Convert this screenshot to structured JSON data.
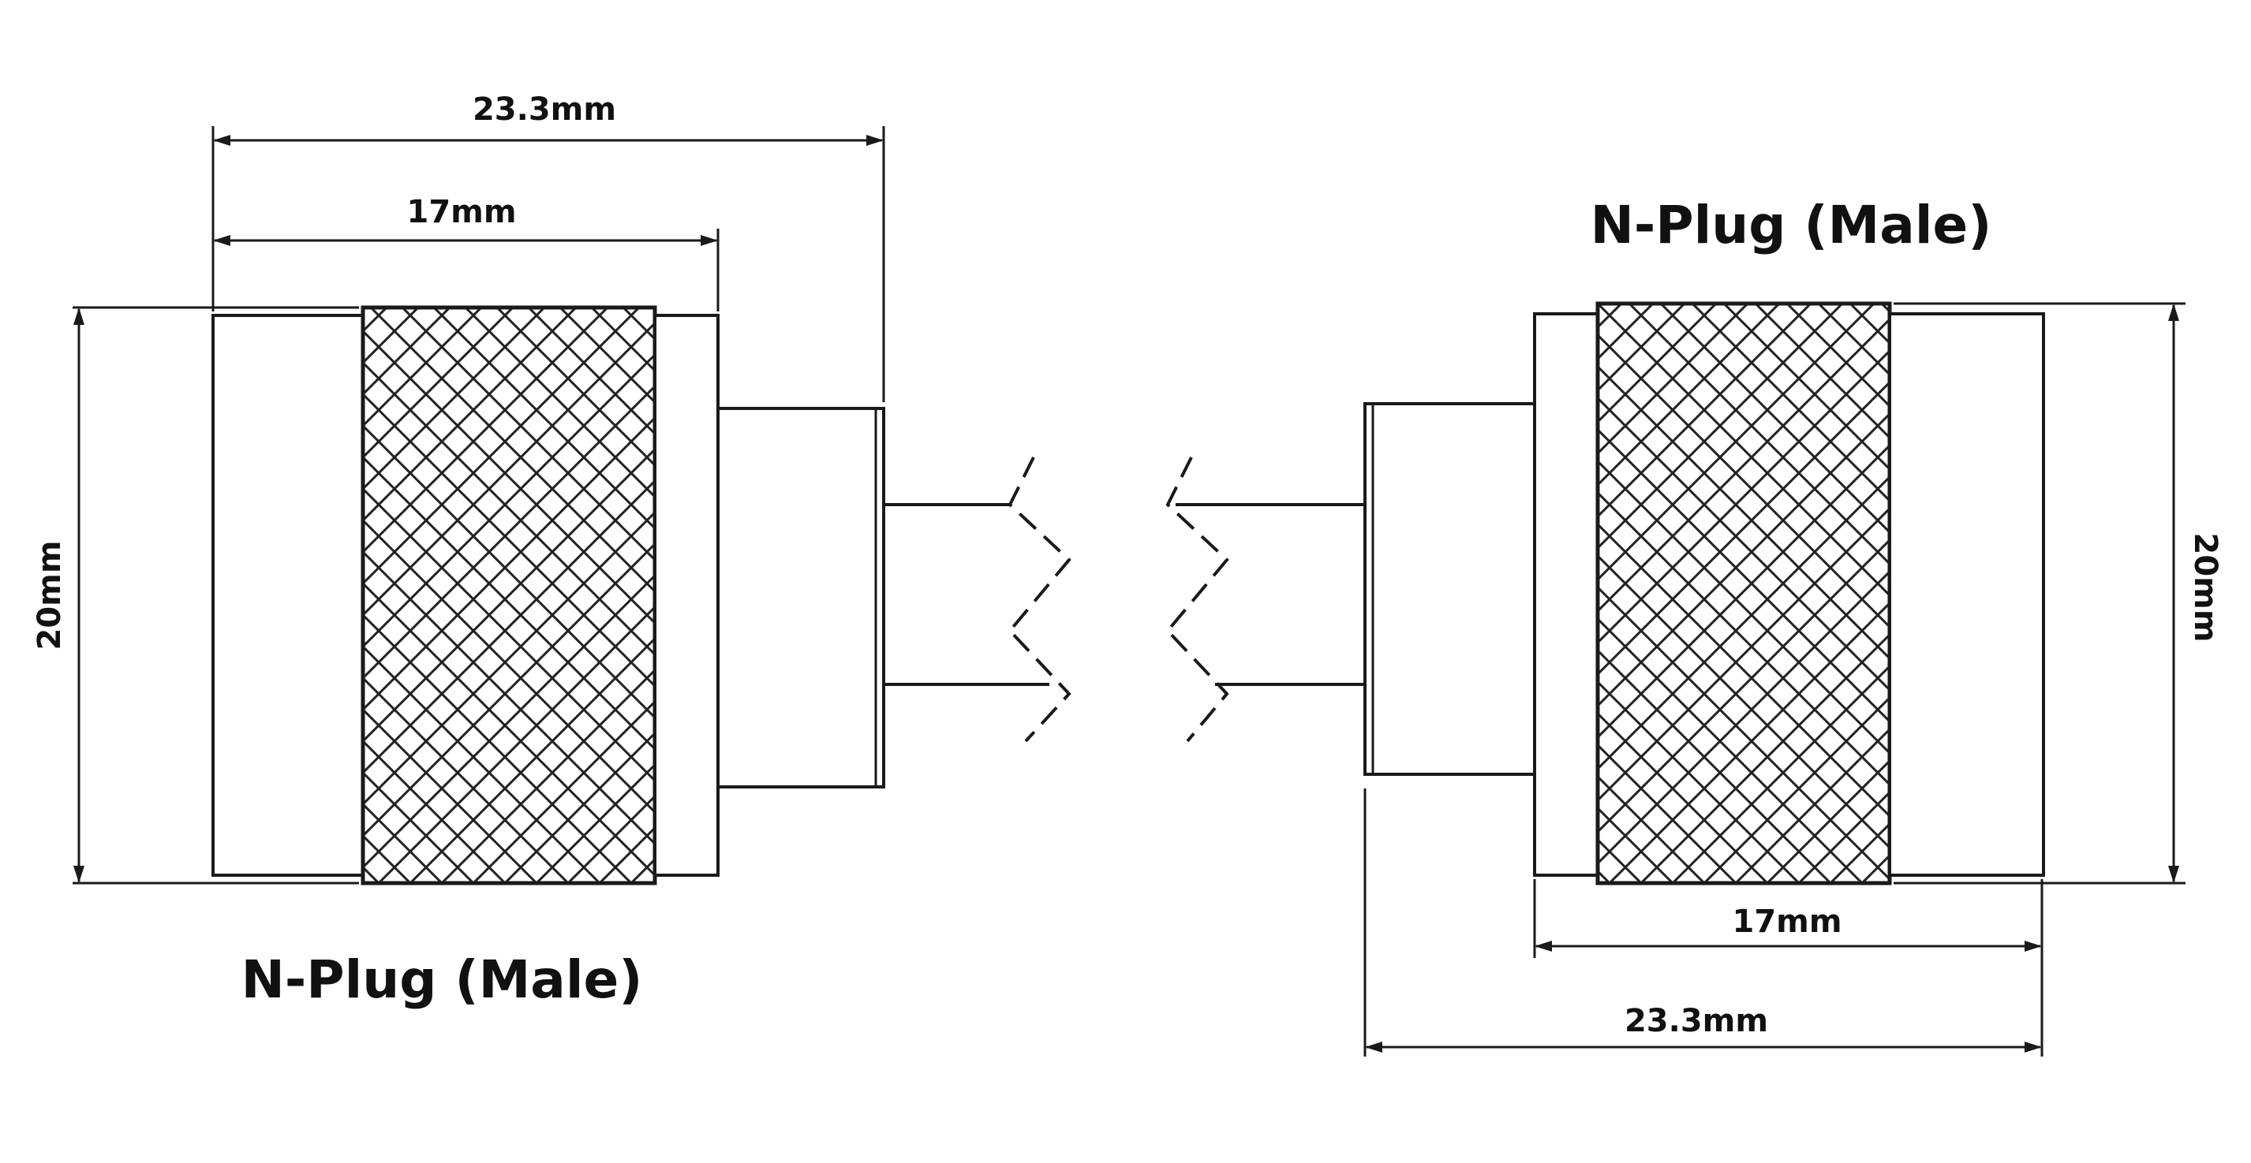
{
  "left_connector": {
    "title": "N-Plug (Male)",
    "dim_overall": "23.3mm",
    "dim_body": "17mm",
    "dim_diameter": "20mm"
  },
  "right_connector": {
    "title": "N-Plug (Male)",
    "dim_overall": "23.3mm",
    "dim_body": "17mm",
    "dim_diameter": "20mm"
  },
  "colors": {
    "line": "#1a1a1a",
    "knurl": "#222222",
    "background": "#ffffff"
  }
}
